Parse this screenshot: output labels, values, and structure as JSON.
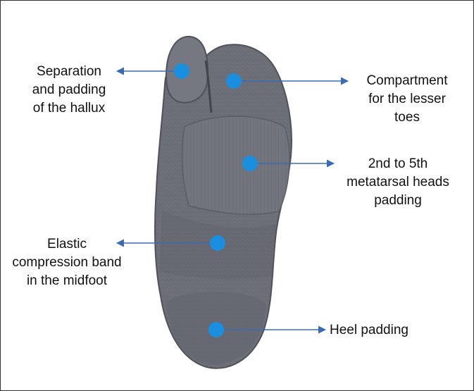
{
  "figure": {
    "subject": "Padded toe-separator sock, plantar view",
    "colors": {
      "sock": "#6e7079",
      "sock_dark": "#4f515a",
      "sock_light": "#8a8c95",
      "marker": "#1a8fe0",
      "arrow": "#3a6bb5",
      "text": "#111111"
    },
    "callouts": [
      {
        "id": "hallux",
        "lines": [
          "Separation",
          "and padding",
          "of the hallux"
        ]
      },
      {
        "id": "lesser-toes",
        "lines": [
          "Compartment",
          "for the lesser",
          "toes"
        ]
      },
      {
        "id": "metatarsal",
        "lines": [
          "2nd to 5th",
          "metatarsal heads",
          "padding"
        ]
      },
      {
        "id": "midfoot",
        "lines": [
          "Elastic",
          "compression band",
          "in the midfoot"
        ]
      },
      {
        "id": "heel",
        "lines": [
          "Heel padding"
        ]
      }
    ]
  }
}
